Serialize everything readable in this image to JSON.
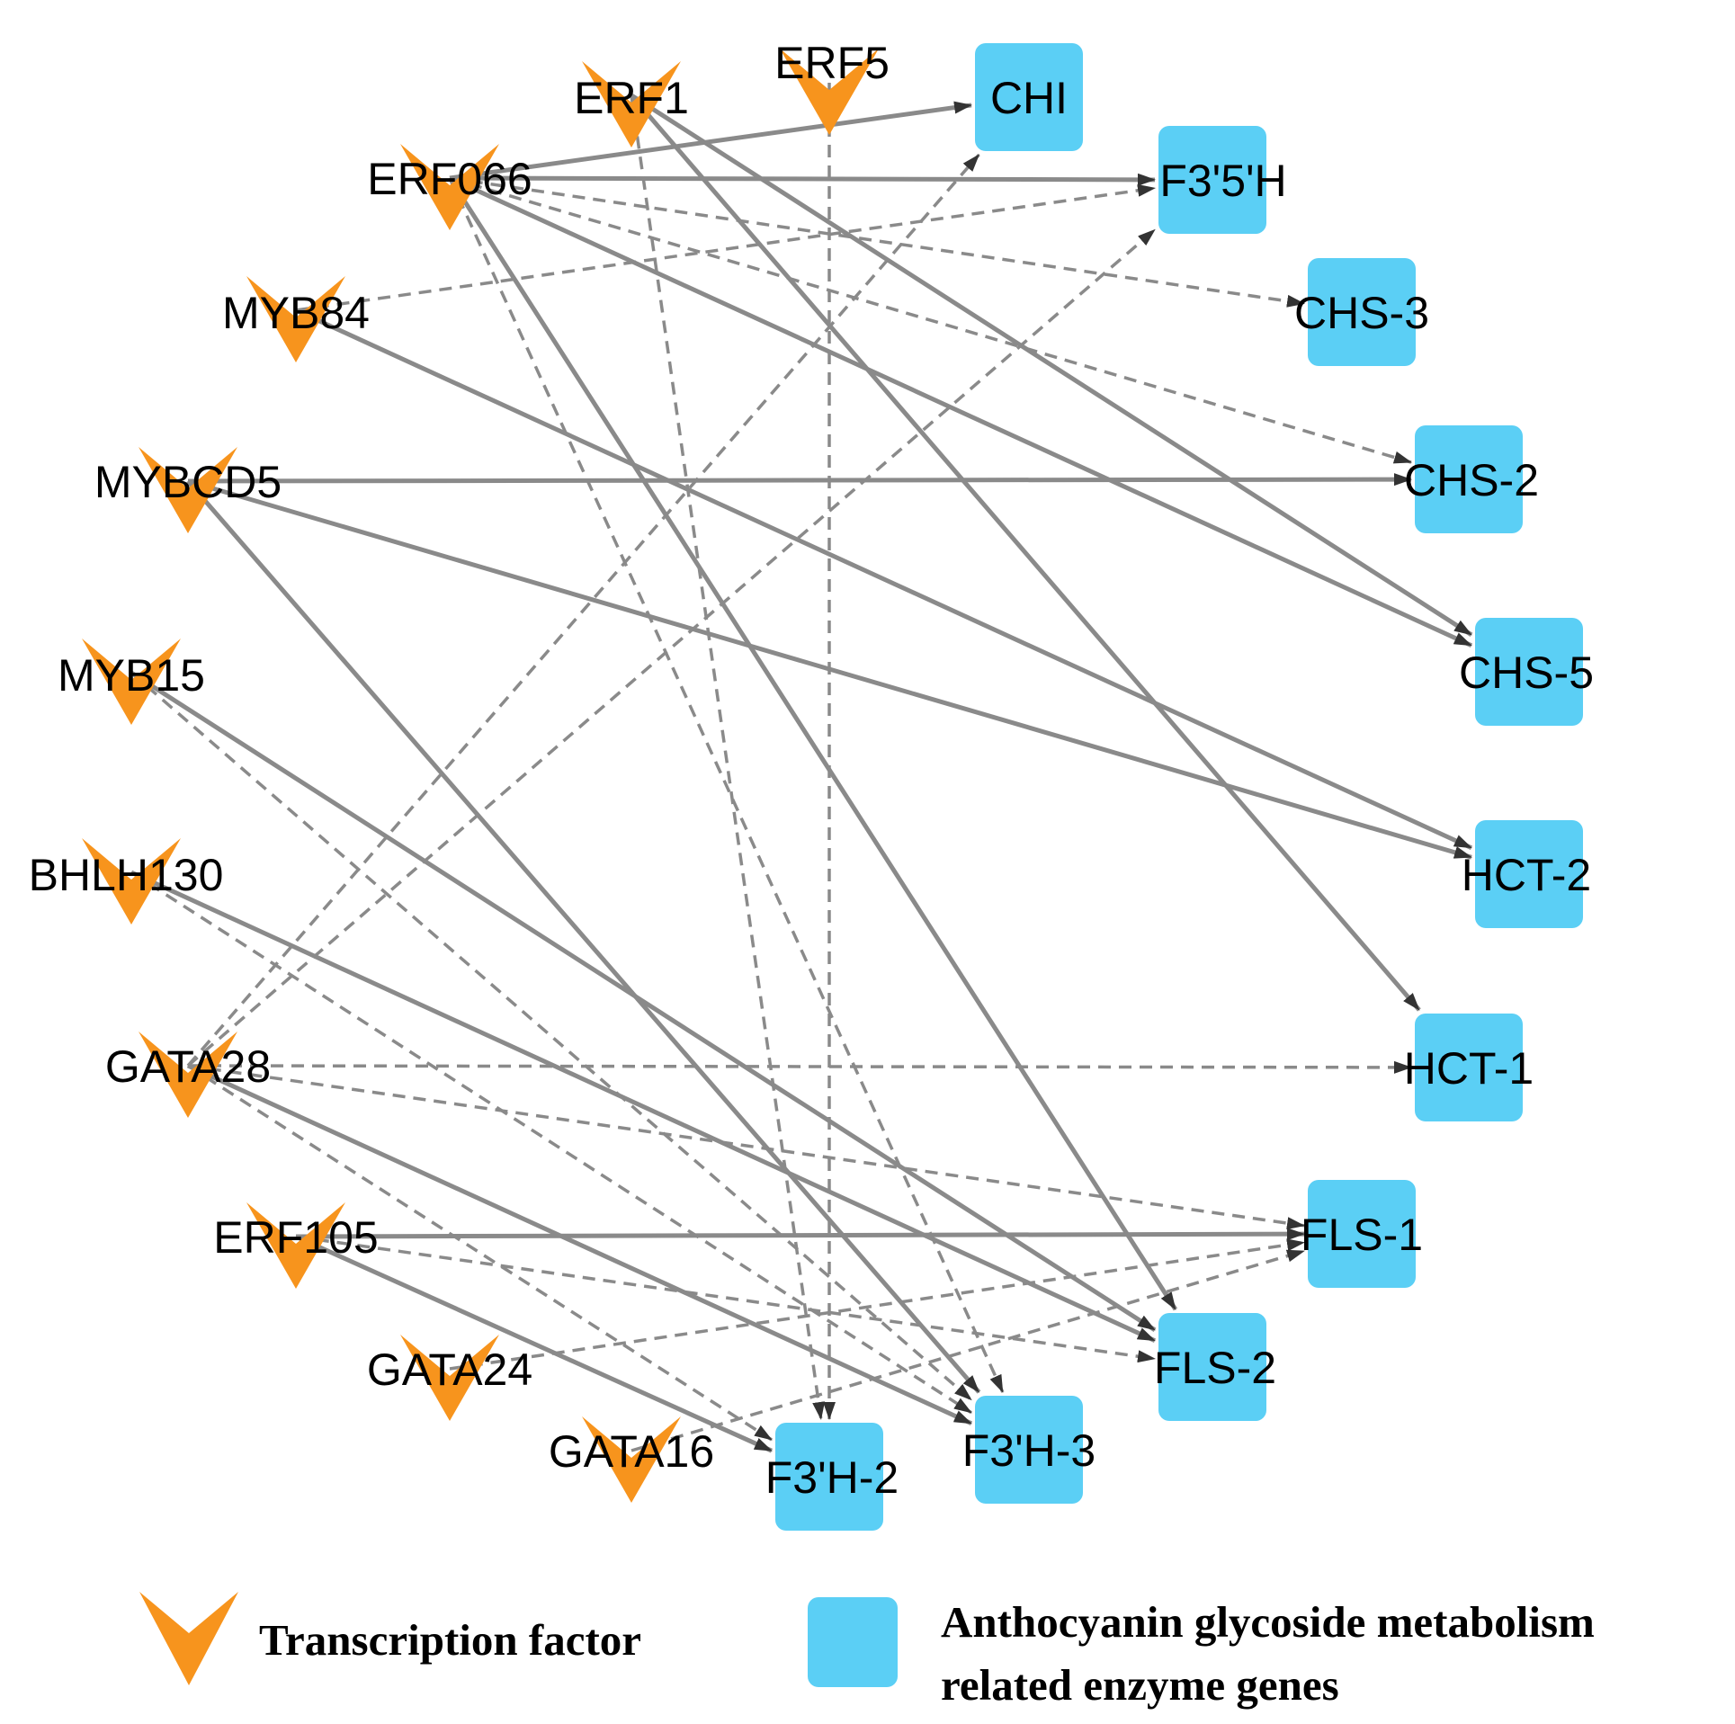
{
  "colors": {
    "transcription_factor": "#F7941D",
    "enzyme_gene": "#5BCFF5",
    "edge": "#8A8A8A",
    "text": "#000000"
  },
  "nodes": [
    {
      "id": "ERF5",
      "label": "ERF5",
      "kind": "tf"
    },
    {
      "id": "ERF1",
      "label": "ERF1",
      "kind": "tf"
    },
    {
      "id": "ERF066",
      "label": "ERF066",
      "kind": "tf"
    },
    {
      "id": "MYB84",
      "label": "MYB84",
      "kind": "tf"
    },
    {
      "id": "MYBCD5",
      "label": "MYBCD5",
      "kind": "tf"
    },
    {
      "id": "MYB15",
      "label": "MYB15",
      "kind": "tf"
    },
    {
      "id": "BHLH130",
      "label": "BHLH130",
      "kind": "tf"
    },
    {
      "id": "GATA28",
      "label": "GATA28",
      "kind": "tf"
    },
    {
      "id": "ERF105",
      "label": "ERF105",
      "kind": "tf"
    },
    {
      "id": "GATA24",
      "label": "GATA24",
      "kind": "tf"
    },
    {
      "id": "GATA16",
      "label": "GATA16",
      "kind": "tf"
    },
    {
      "id": "CHI",
      "label": "CHI",
      "kind": "gene"
    },
    {
      "id": "F35H",
      "label": "F3'5'H",
      "kind": "gene"
    },
    {
      "id": "CHS3",
      "label": "CHS-3",
      "kind": "gene"
    },
    {
      "id": "CHS2",
      "label": "CHS-2",
      "kind": "gene"
    },
    {
      "id": "CHS5",
      "label": "CHS-5",
      "kind": "gene"
    },
    {
      "id": "HCT2",
      "label": "HCT-2",
      "kind": "gene"
    },
    {
      "id": "HCT1",
      "label": "HCT-1",
      "kind": "gene"
    },
    {
      "id": "FLS1",
      "label": "FLS-1",
      "kind": "gene"
    },
    {
      "id": "FLS2",
      "label": "FLS-2",
      "kind": "gene"
    },
    {
      "id": "F3H3",
      "label": "F3'H-3",
      "kind": "gene"
    },
    {
      "id": "F3H2",
      "label": "F3'H-2",
      "kind": "gene"
    }
  ],
  "edges": [
    {
      "from": "ERF066",
      "to": "CHI",
      "style": "solid"
    },
    {
      "from": "ERF066",
      "to": "F35H",
      "style": "solid"
    },
    {
      "from": "ERF066",
      "to": "CHS5",
      "style": "solid"
    },
    {
      "from": "ERF066",
      "to": "FLS2",
      "style": "solid"
    },
    {
      "from": "ERF066",
      "to": "CHS3",
      "style": "dashed"
    },
    {
      "from": "ERF066",
      "to": "CHS2",
      "style": "dashed"
    },
    {
      "from": "ERF066",
      "to": "F3H3",
      "style": "dashed"
    },
    {
      "from": "ERF1",
      "to": "CHS5",
      "style": "solid"
    },
    {
      "from": "ERF1",
      "to": "HCT1",
      "style": "solid"
    },
    {
      "from": "ERF1",
      "to": "F3H2",
      "style": "dashed"
    },
    {
      "from": "ERF5",
      "to": "F3H2",
      "style": "dashed"
    },
    {
      "from": "MYB84",
      "to": "F35H",
      "style": "dashed"
    },
    {
      "from": "MYB84",
      "to": "HCT2",
      "style": "solid"
    },
    {
      "from": "MYBCD5",
      "to": "CHS2",
      "style": "solid"
    },
    {
      "from": "MYBCD5",
      "to": "HCT2",
      "style": "solid"
    },
    {
      "from": "MYBCD5",
      "to": "F3H3",
      "style": "solid"
    },
    {
      "from": "MYB15",
      "to": "FLS2",
      "style": "solid"
    },
    {
      "from": "MYB15",
      "to": "F3H3",
      "style": "dashed"
    },
    {
      "from": "BHLH130",
      "to": "FLS2",
      "style": "solid"
    },
    {
      "from": "BHLH130",
      "to": "F3H3",
      "style": "dashed"
    },
    {
      "from": "GATA28",
      "to": "CHI",
      "style": "dashed"
    },
    {
      "from": "GATA28",
      "to": "F35H",
      "style": "dashed"
    },
    {
      "from": "GATA28",
      "to": "HCT1",
      "style": "dashed"
    },
    {
      "from": "GATA28",
      "to": "F3H3",
      "style": "solid"
    },
    {
      "from": "GATA28",
      "to": "FLS1",
      "style": "dashed"
    },
    {
      "from": "GATA28",
      "to": "F3H2",
      "style": "dashed"
    },
    {
      "from": "ERF105",
      "to": "FLS1",
      "style": "solid"
    },
    {
      "from": "ERF105",
      "to": "F3H2",
      "style": "solid"
    },
    {
      "from": "ERF105",
      "to": "FLS2",
      "style": "dashed"
    },
    {
      "from": "GATA24",
      "to": "FLS1",
      "style": "dashed"
    },
    {
      "from": "GATA16",
      "to": "FLS1",
      "style": "dashed"
    }
  ],
  "legend": {
    "tf_label": "Transcription factor",
    "gene_label_line1": "Anthocyanin glycoside metabolism",
    "gene_label_line2": "related enzyme genes"
  }
}
